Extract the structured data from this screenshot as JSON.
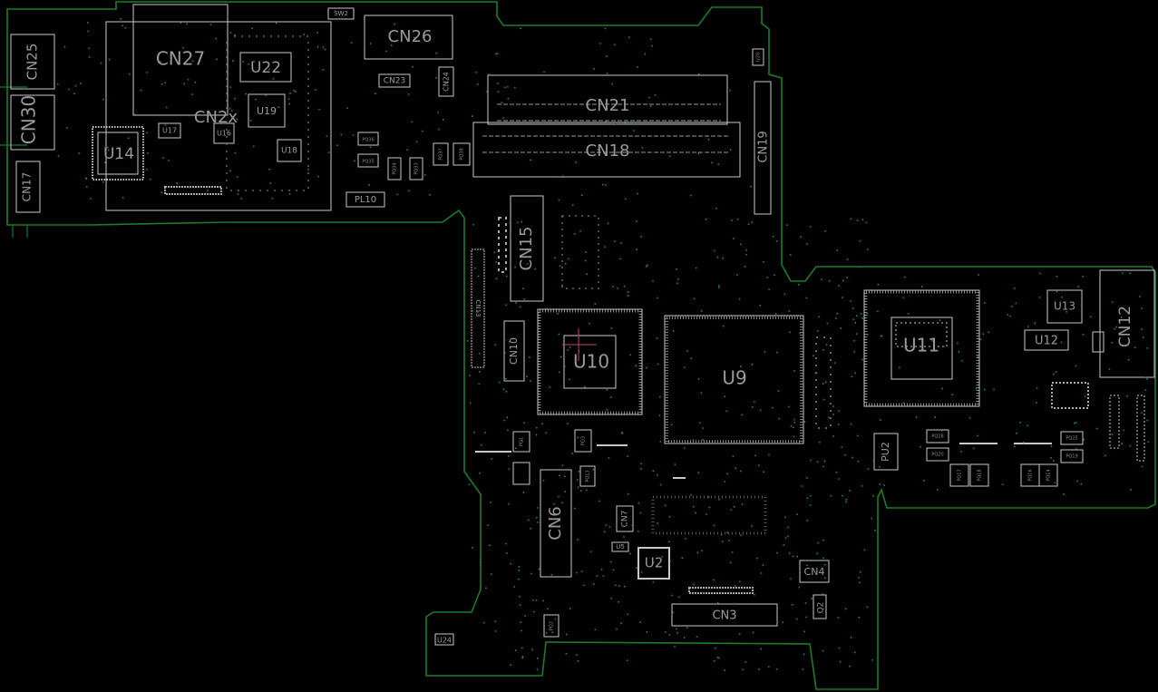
{
  "colors": {
    "background": "#000000",
    "outline": "#1f7a2a",
    "silkscreen": "#d8d8d8",
    "silk_dim": "#bdbdbd",
    "label": "#9a9a9a",
    "via": "#1a8f8f",
    "cursor": "#c04080"
  },
  "connectors": {
    "cn25": "CN25",
    "cn30": "CN30",
    "cn17": "CN17",
    "cn27": "CN27",
    "cn2x": "CN2x",
    "cn26": "CN26",
    "cn23": "CN23",
    "cn24": "CN24",
    "cn21": "CN21",
    "cn18": "CN18",
    "cn19": "CN19",
    "cn15": "CN15",
    "cn13": "CN13",
    "cn10": "CN10",
    "cn12": "CN12",
    "cn6": "CN6",
    "cn7": "CN7",
    "cn4": "CN4",
    "cn3": "CN3"
  },
  "chips": {
    "u22": "U22",
    "u19": "U19",
    "u14": "U14",
    "u17": "U17",
    "u16": "U16",
    "u18": "U18",
    "u10": "U10",
    "u9": "U9",
    "u11": "U11",
    "u13": "U13",
    "u12": "U12",
    "u2": "U2",
    "u5": "U5",
    "u24": "U24",
    "pu2": "PU2",
    "pl10": "PL10",
    "sw2": "SW2",
    "q2": "Q2"
  },
  "small_labels": {
    "pq36": "PQ36",
    "pq35": "PQ35",
    "pq34": "PQ34",
    "pq33": "PQ33",
    "pq37": "PQ37",
    "pq38": "PQ38",
    "pq28": "PQ28",
    "pq20": "PQ20",
    "pq17": "PQ17",
    "pq18": "PQ18",
    "pq16": "PQ16",
    "pq14": "PQ14",
    "pq19": "PQ19",
    "pq25": "PQ25",
    "pq2": "PQ2",
    "pq13": "PQ13",
    "pq1": "PQ1",
    "pq3": "PQ3",
    "u20": "U20"
  }
}
